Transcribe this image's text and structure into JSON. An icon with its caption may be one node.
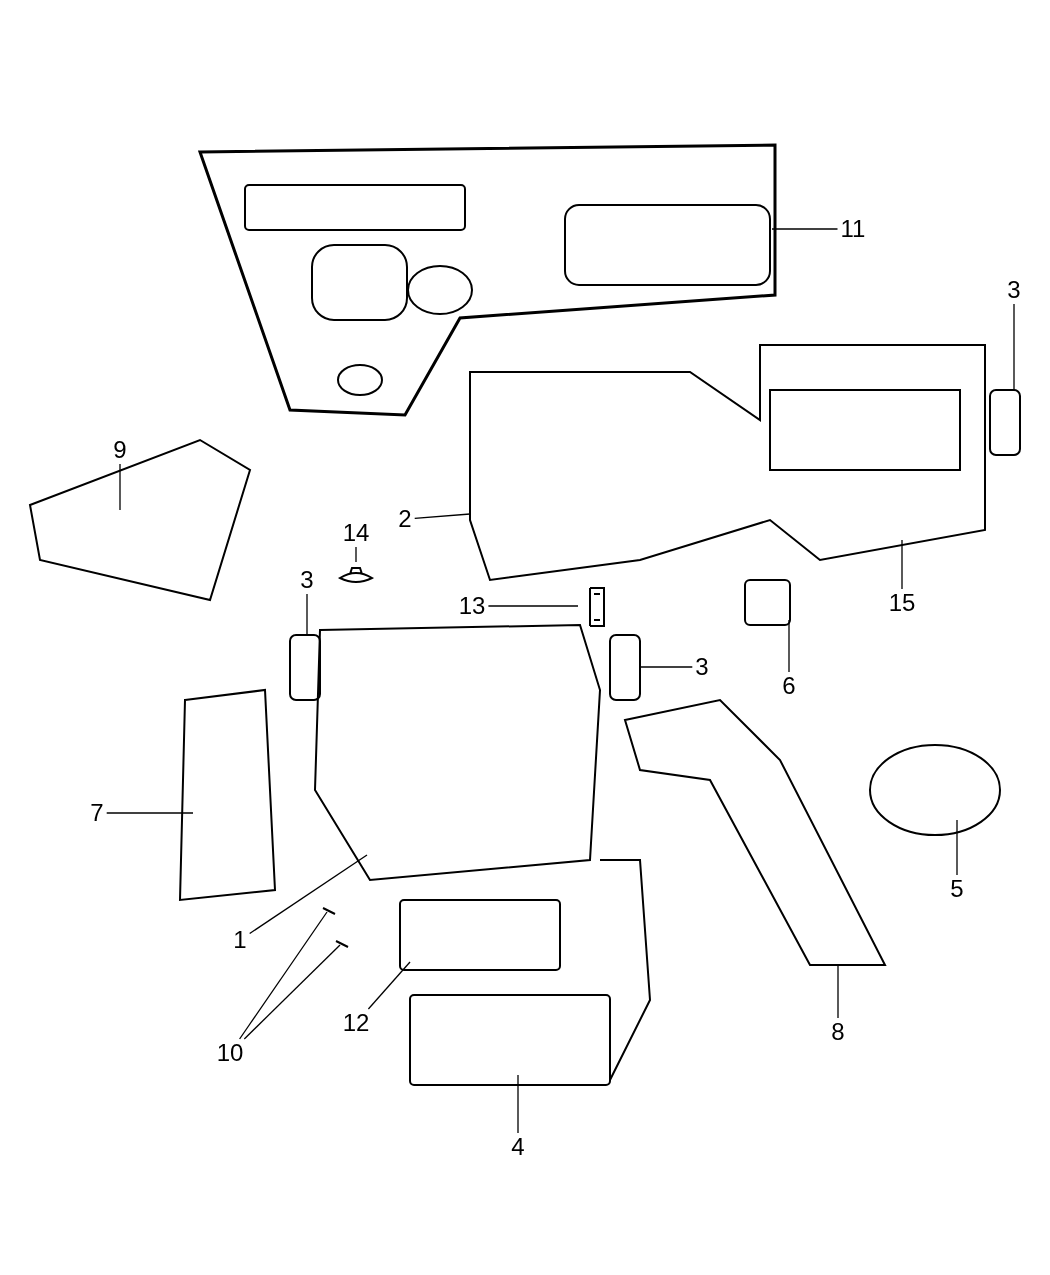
{
  "diagram": {
    "nodes": [
      {
        "text": [
          "11"
        ]
      },
      {
        "text": [
          "3"
        ]
      },
      {
        "text": [
          "9"
        ]
      },
      {
        "text": [
          "2"
        ]
      },
      {
        "text": [
          "14"
        ]
      },
      {
        "text": [
          "3"
        ]
      },
      {
        "text": [
          "13"
        ]
      },
      {
        "text": [
          "15"
        ]
      },
      {
        "text": [
          "3"
        ]
      },
      {
        "text": [
          "6"
        ]
      },
      {
        "text": [
          "7"
        ]
      },
      {
        "text": [
          "5"
        ]
      },
      {
        "text": [
          "1"
        ]
      },
      {
        "text": [
          "12"
        ]
      },
      {
        "text": [
          "10"
        ]
      },
      {
        "text": [
          "8"
        ]
      },
      {
        "text": [
          "4"
        ]
      }
    ],
    "edges": [
      {
        "from": 0,
        "to": null,
        "arrow": "none"
      },
      {
        "from": 1,
        "to": null,
        "arrow": "none"
      },
      {
        "from": 2,
        "to": null,
        "arrow": "none"
      },
      {
        "from": 3,
        "to": null,
        "arrow": "none"
      },
      {
        "from": 4,
        "to": null,
        "arrow": "none"
      },
      {
        "from": 5,
        "to": null,
        "arrow": "none"
      },
      {
        "from": 6,
        "to": null,
        "arrow": "none"
      },
      {
        "from": 7,
        "to": null,
        "arrow": "none"
      },
      {
        "from": 8,
        "to": null,
        "arrow": "none"
      },
      {
        "from": 9,
        "to": null,
        "arrow": "none"
      },
      {
        "from": 10,
        "to": null,
        "arrow": "none"
      },
      {
        "from": 11,
        "to": null,
        "arrow": "none"
      },
      {
        "from": 12,
        "to": null,
        "arrow": "none"
      },
      {
        "from": 13,
        "to": null,
        "arrow": "none"
      },
      {
        "from": 14,
        "to": null,
        "arrow": "none"
      },
      {
        "from": 14,
        "to": null,
        "arrow": "none"
      },
      {
        "from": 15,
        "to": null,
        "arrow": "none"
      },
      {
        "from": 16,
        "to": null,
        "arrow": "none"
      }
    ]
  }
}
